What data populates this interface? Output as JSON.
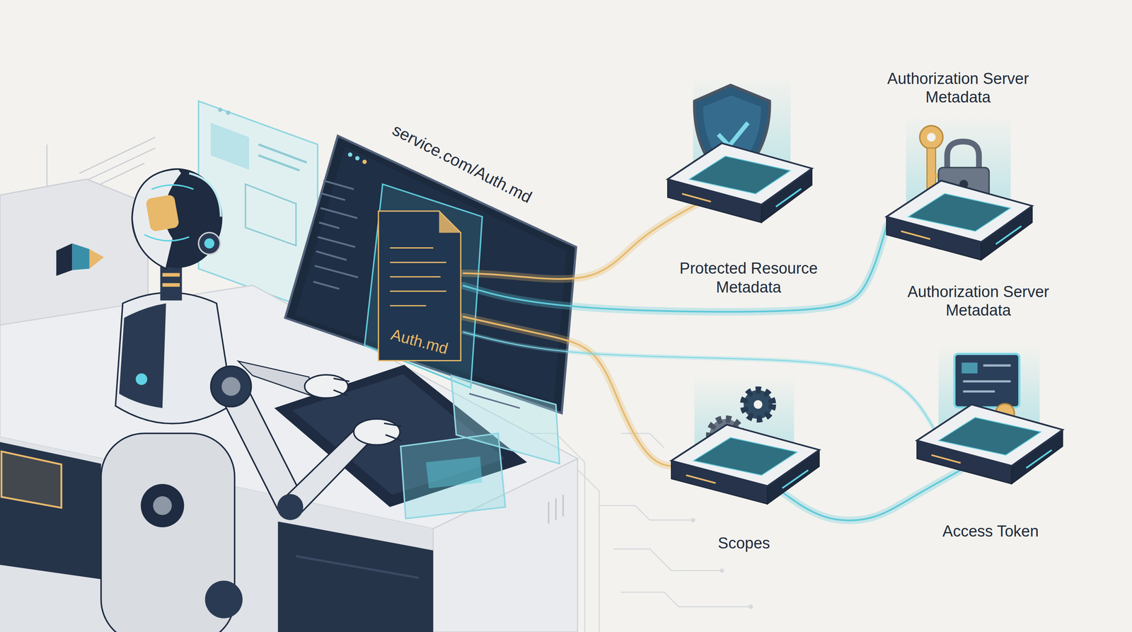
{
  "diagram": {
    "nodes": [
      {
        "text": [
          "Auth.md"
        ]
      },
      {
        "text": [
          "Protected Resource Metadata"
        ]
      },
      {
        "text": [
          "Authorization Server Metadata",
          "Authorization Server Metadata"
        ]
      },
      {
        "text": [
          "Scopes"
        ]
      },
      {
        "text": [
          "Access Token"
        ]
      }
    ],
    "edges": [
      {
        "from": 0,
        "to": 1,
        "arrow": "none"
      },
      {
        "from": 0,
        "to": 2,
        "arrow": "none"
      },
      {
        "from": 0,
        "to": 3,
        "arrow": "none"
      },
      {
        "from": 0,
        "to": 4,
        "arrow": "none"
      },
      {
        "from": 3,
        "to": 4,
        "arrow": "none"
      }
    ],
    "labels": [
      "service.com/Auth.md"
    ]
  }
}
